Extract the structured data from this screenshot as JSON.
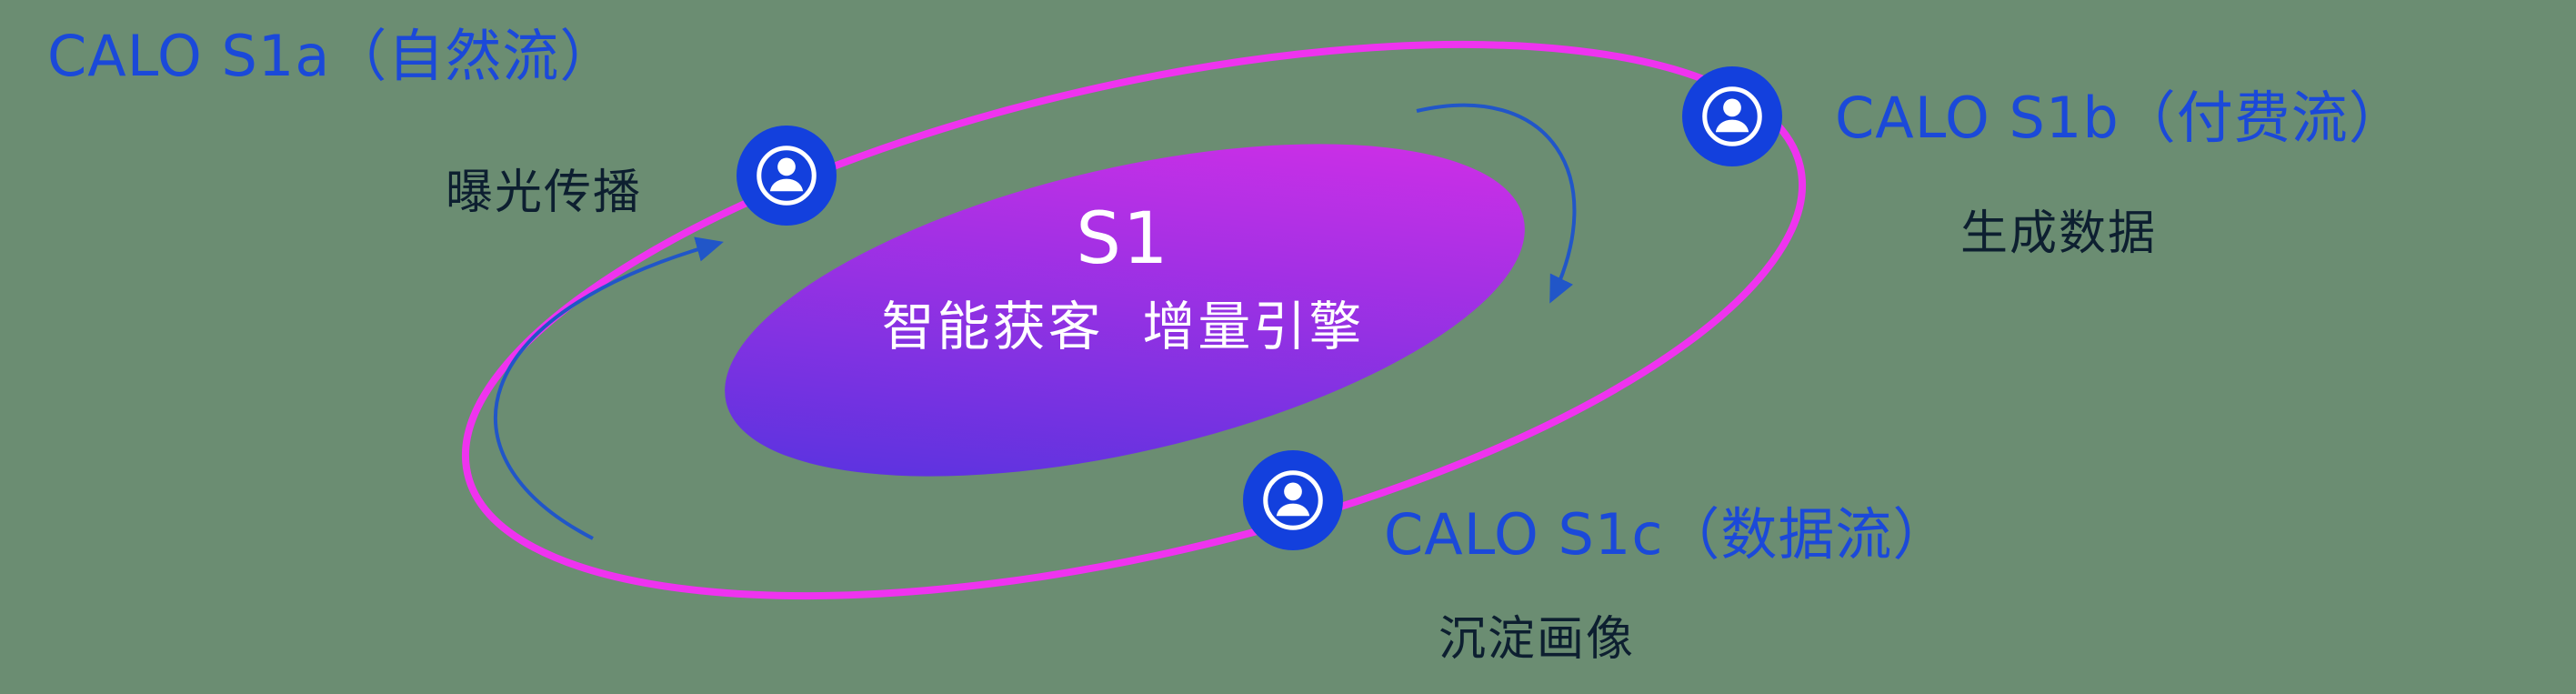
{
  "center": {
    "title": "S1",
    "subtitle": "智能获客  增量引擎"
  },
  "nodes": [
    {
      "id": "s1a",
      "icon": "user-icon",
      "label": "CALO S1a（自然流）",
      "sublabel": "曝光传播"
    },
    {
      "id": "s1b",
      "icon": "user-icon",
      "label": "CALO S1b（付费流）",
      "sublabel": "生成数据"
    },
    {
      "id": "s1c",
      "icon": "user-icon",
      "label": "CALO S1c（数据流）",
      "sublabel": "沉淀画像"
    }
  ],
  "colors": {
    "background": "#6b8d72",
    "label_blue": "#1b49d9",
    "text_dark": "#0d1f30",
    "orbit_pink": "#ef33ef",
    "node_blue": "#1340dd",
    "arrow_blue": "#2156c8",
    "core_gradient_start": "#4834de",
    "core_gradient_end": "#e02ee8",
    "center_text": "#ffffff"
  }
}
